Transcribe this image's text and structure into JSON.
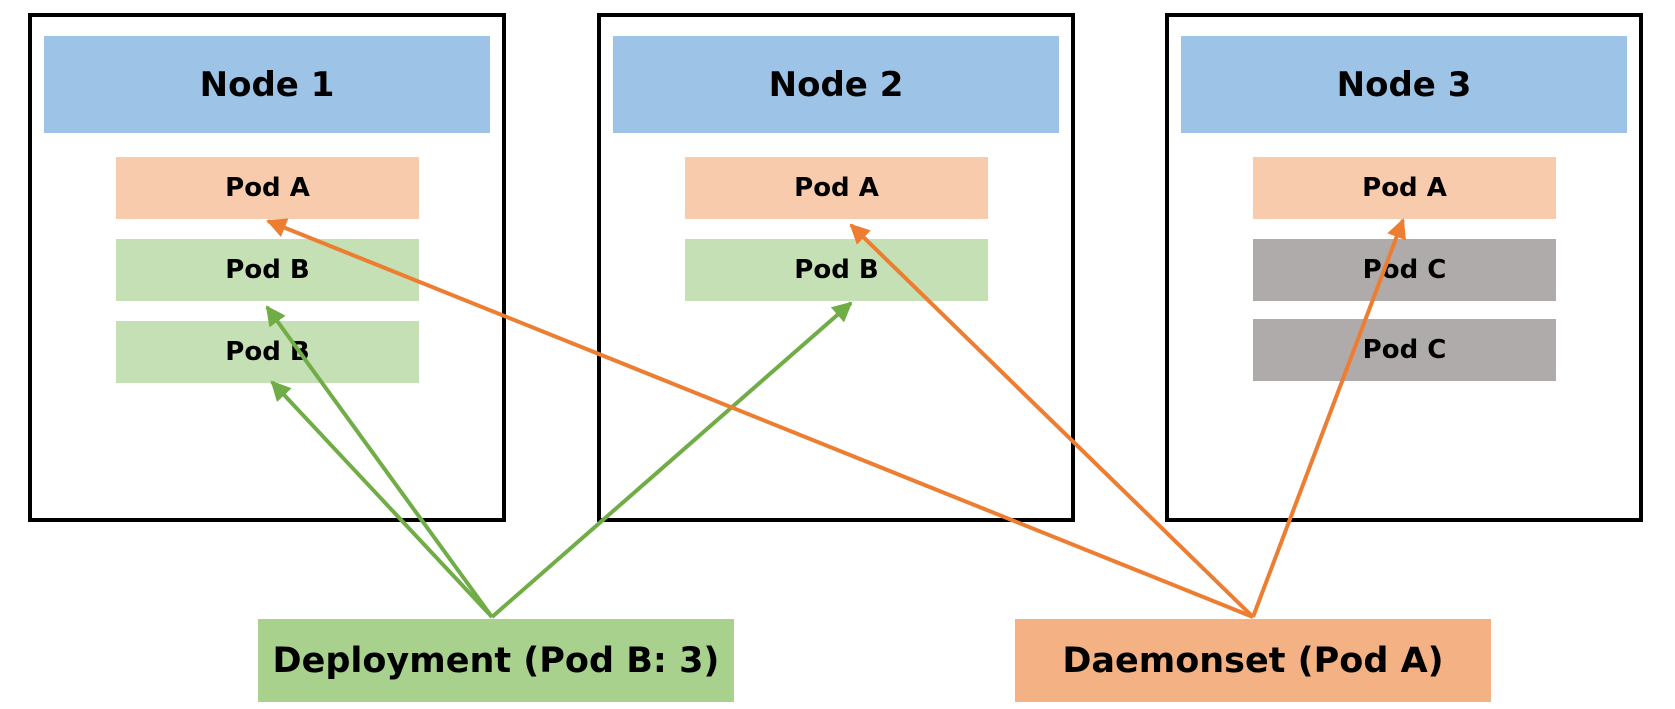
{
  "colors": {
    "node_header": "#9dc3e6",
    "pod_a": "#f8cbad",
    "pod_b": "#c5e0b4",
    "pod_c": "#afabab",
    "deployment": "#a9d18e",
    "daemonset": "#f4b183",
    "deployment_arrow": "#70ad47",
    "daemonset_arrow": "#ed7d31"
  },
  "nodes": [
    {
      "title": "Node 1",
      "pods": [
        {
          "label": "Pod A",
          "kind": "a"
        },
        {
          "label": "Pod B",
          "kind": "b"
        },
        {
          "label": "Pod B",
          "kind": "b"
        }
      ]
    },
    {
      "title": "Node 2",
      "pods": [
        {
          "label": "Pod A",
          "kind": "a"
        },
        {
          "label": "Pod B",
          "kind": "b"
        }
      ]
    },
    {
      "title": "Node 3",
      "pods": [
        {
          "label": "Pod A",
          "kind": "a"
        },
        {
          "label": "Pod C",
          "kind": "c"
        },
        {
          "label": "Pod C",
          "kind": "c"
        }
      ]
    }
  ],
  "controllers": {
    "deployment": {
      "label": "Deployment (Pod B: 3)"
    },
    "daemonset": {
      "label": "Daemonset (Pod A)"
    }
  },
  "edges": [
    {
      "from": "deployment",
      "to": "node-1-pod-2"
    },
    {
      "from": "deployment",
      "to": "node-1-pod-3"
    },
    {
      "from": "deployment",
      "to": "node-2-pod-2"
    },
    {
      "from": "daemonset",
      "to": "node-1-pod-1"
    },
    {
      "from": "daemonset",
      "to": "node-2-pod-1"
    },
    {
      "from": "daemonset",
      "to": "node-3-pod-1"
    }
  ]
}
